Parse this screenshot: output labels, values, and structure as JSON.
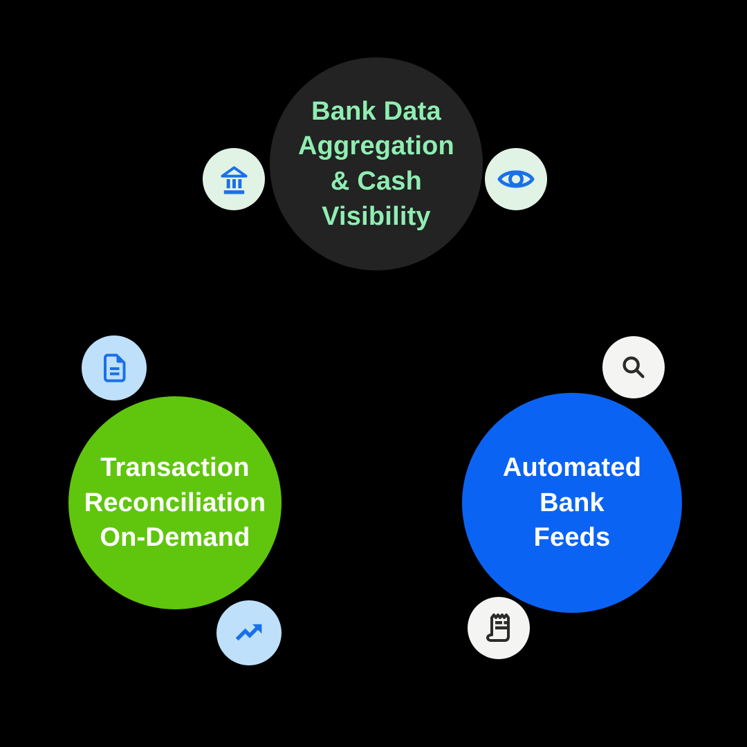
{
  "canvas": {
    "background": "#000000"
  },
  "nodes": {
    "bank_data": {
      "lines": [
        "Bank Data",
        "Aggregation",
        "& Cash",
        "Visibility"
      ],
      "bg": "#222322",
      "text_color": "#90EDB2"
    },
    "transaction": {
      "lines": [
        "Transaction",
        "Reconciliation",
        "On-Demand"
      ],
      "bg": "#60C60D",
      "text_color": "#FFFFFF"
    },
    "automated": {
      "lines": [
        "Automated",
        "Bank",
        "Feeds"
      ],
      "bg": "#0B63F3",
      "text_color": "#FFFFFF"
    }
  },
  "badges": {
    "bank": {
      "icon": "bank-icon",
      "bg": "#E1F3E5",
      "icon_color": "#1B70E8"
    },
    "eye": {
      "icon": "eye-icon",
      "bg": "#E1F3E5",
      "icon_color": "#1B70E8"
    },
    "document": {
      "icon": "document-icon",
      "bg": "#BEE0FA",
      "icon_color": "#1B70E8"
    },
    "trending": {
      "icon": "trending-up-icon",
      "bg": "#BEE0FA",
      "icon_color": "#1B70E8"
    },
    "search": {
      "icon": "search-icon",
      "bg": "#F4F4F2",
      "icon_color": "#2B2B29"
    },
    "receipt": {
      "icon": "receipt-icon",
      "bg": "#F4F4F2",
      "icon_color": "#2B2B29"
    }
  }
}
